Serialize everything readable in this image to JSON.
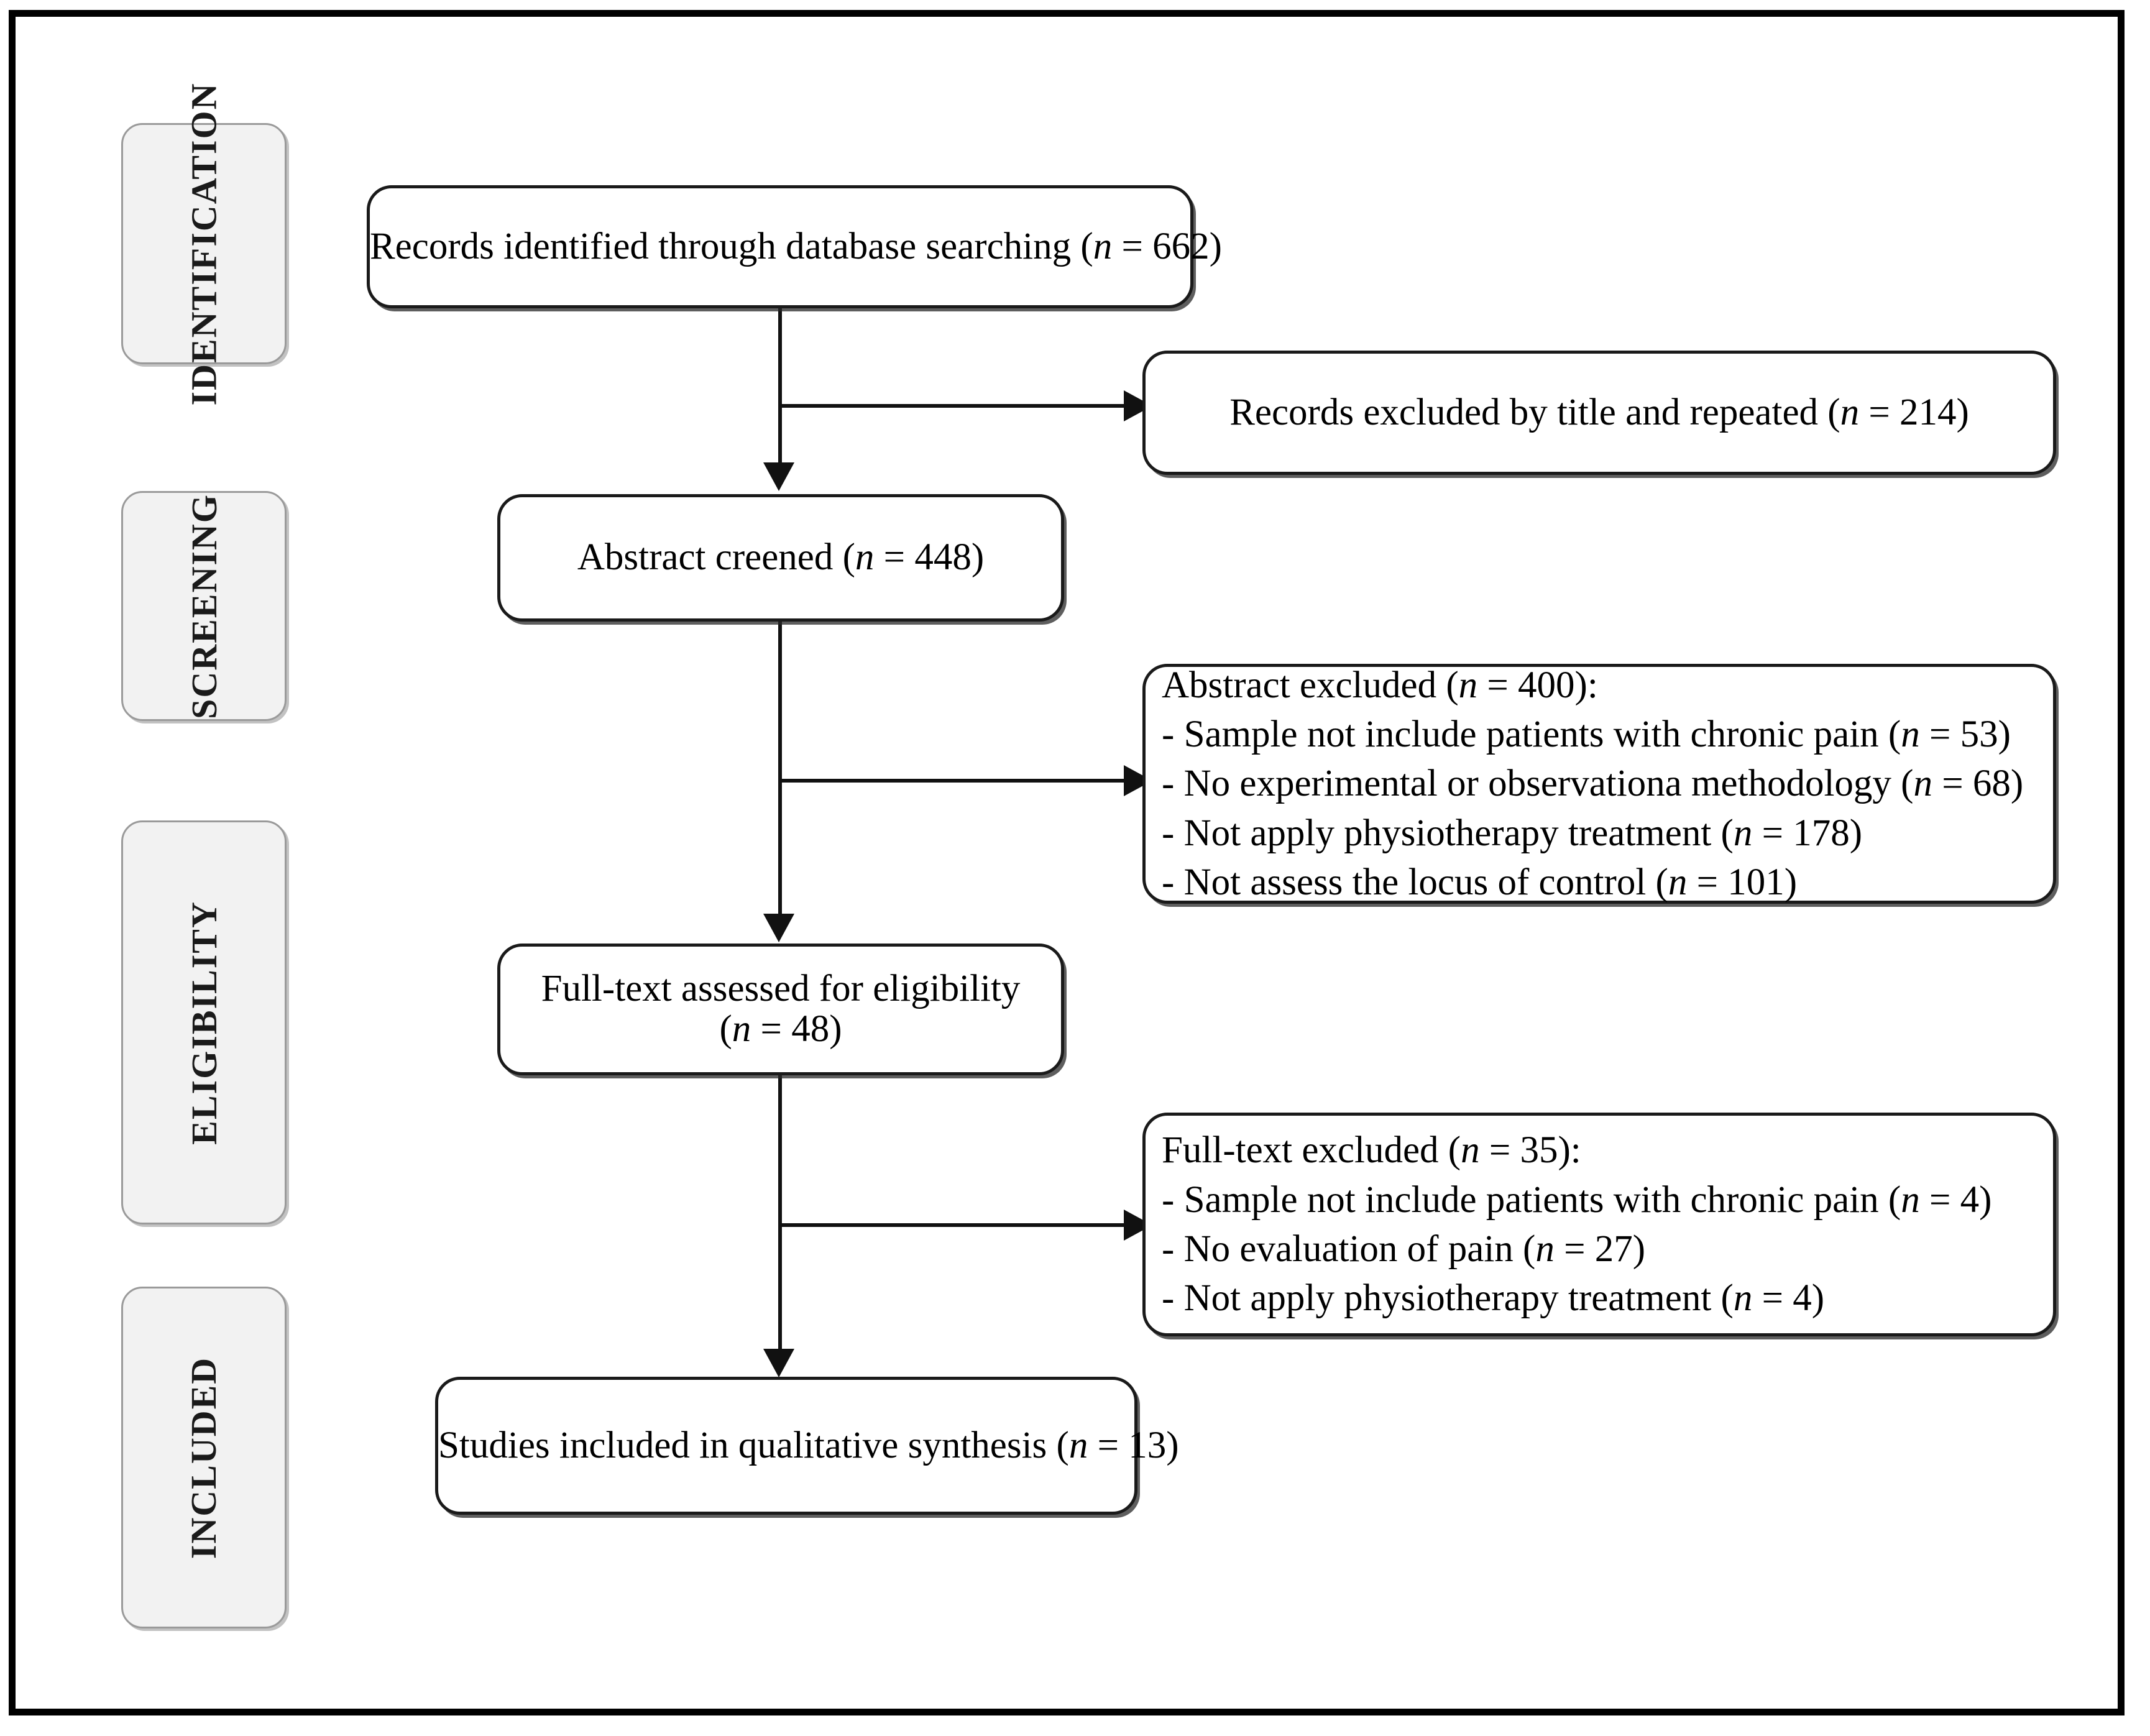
{
  "diagram": {
    "type": "prisma-flow-diagram",
    "stages": [
      {
        "id": "identification",
        "label": "IDENTIFICATION"
      },
      {
        "id": "screening",
        "label": "SCREENING"
      },
      {
        "id": "eligibility",
        "label": "ELIGIBILITY"
      },
      {
        "id": "included",
        "label": "INCLUDED"
      }
    ],
    "nodes": {
      "records_identified": {
        "lines": [
          "Records identified through database searching (n = 662)"
        ],
        "n": 662
      },
      "records_excluded": {
        "lines": [
          "Records excluded by title and repeated (n = 214)"
        ],
        "n": 214
      },
      "abstract_screened": {
        "lines": [
          "Abstract creened (n = 448)"
        ],
        "n": 448
      },
      "abstract_excluded": {
        "lines": [
          "Abstract excluded (n = 400):",
          "- Sample not include patients with chronic pain (n = 53)",
          "- No experimental or observationa methodology (n = 68)",
          "- Not apply physiotherapy treatment (n = 178)",
          "- Not assess the locus of control (n = 101)"
        ],
        "n": 400,
        "reasons": [
          {
            "text": "Sample not include patients with chronic pain",
            "n": 53
          },
          {
            "text": "No experimental or observationa methodology",
            "n": 68
          },
          {
            "text": "Not apply physiotherapy treatment",
            "n": 178
          },
          {
            "text": "Not assess the locus of control",
            "n": 101
          }
        ]
      },
      "fulltext_assessed": {
        "lines": [
          "Full-text assessed for eligibility",
          "(n = 48)"
        ],
        "n": 48
      },
      "fulltext_excluded": {
        "lines": [
          "Full-text excluded (n = 35):",
          "- Sample not include patients with chronic pain (n = 4)",
          "- No evaluation of pain (n = 27)",
          "- Not apply physiotherapy treatment (n = 4)"
        ],
        "n": 35,
        "reasons": [
          {
            "text": "Sample not include patients with chronic pain",
            "n": 4
          },
          {
            "text": "No evaluation of pain",
            "n": 27
          },
          {
            "text": "Not apply physiotherapy treatment",
            "n": 4
          }
        ]
      },
      "studies_included": {
        "lines": [
          "Studies included in qualitative synthesis (n = 13)"
        ],
        "n": 13
      }
    },
    "colors": {
      "frame": "#000000",
      "box_border": "#1a1a1a",
      "box_fill": "#ffffff",
      "stage_fill": "#f2f2f2",
      "stage_border": "#9a9a9a",
      "connector": "#111111",
      "text": "#000000"
    }
  }
}
